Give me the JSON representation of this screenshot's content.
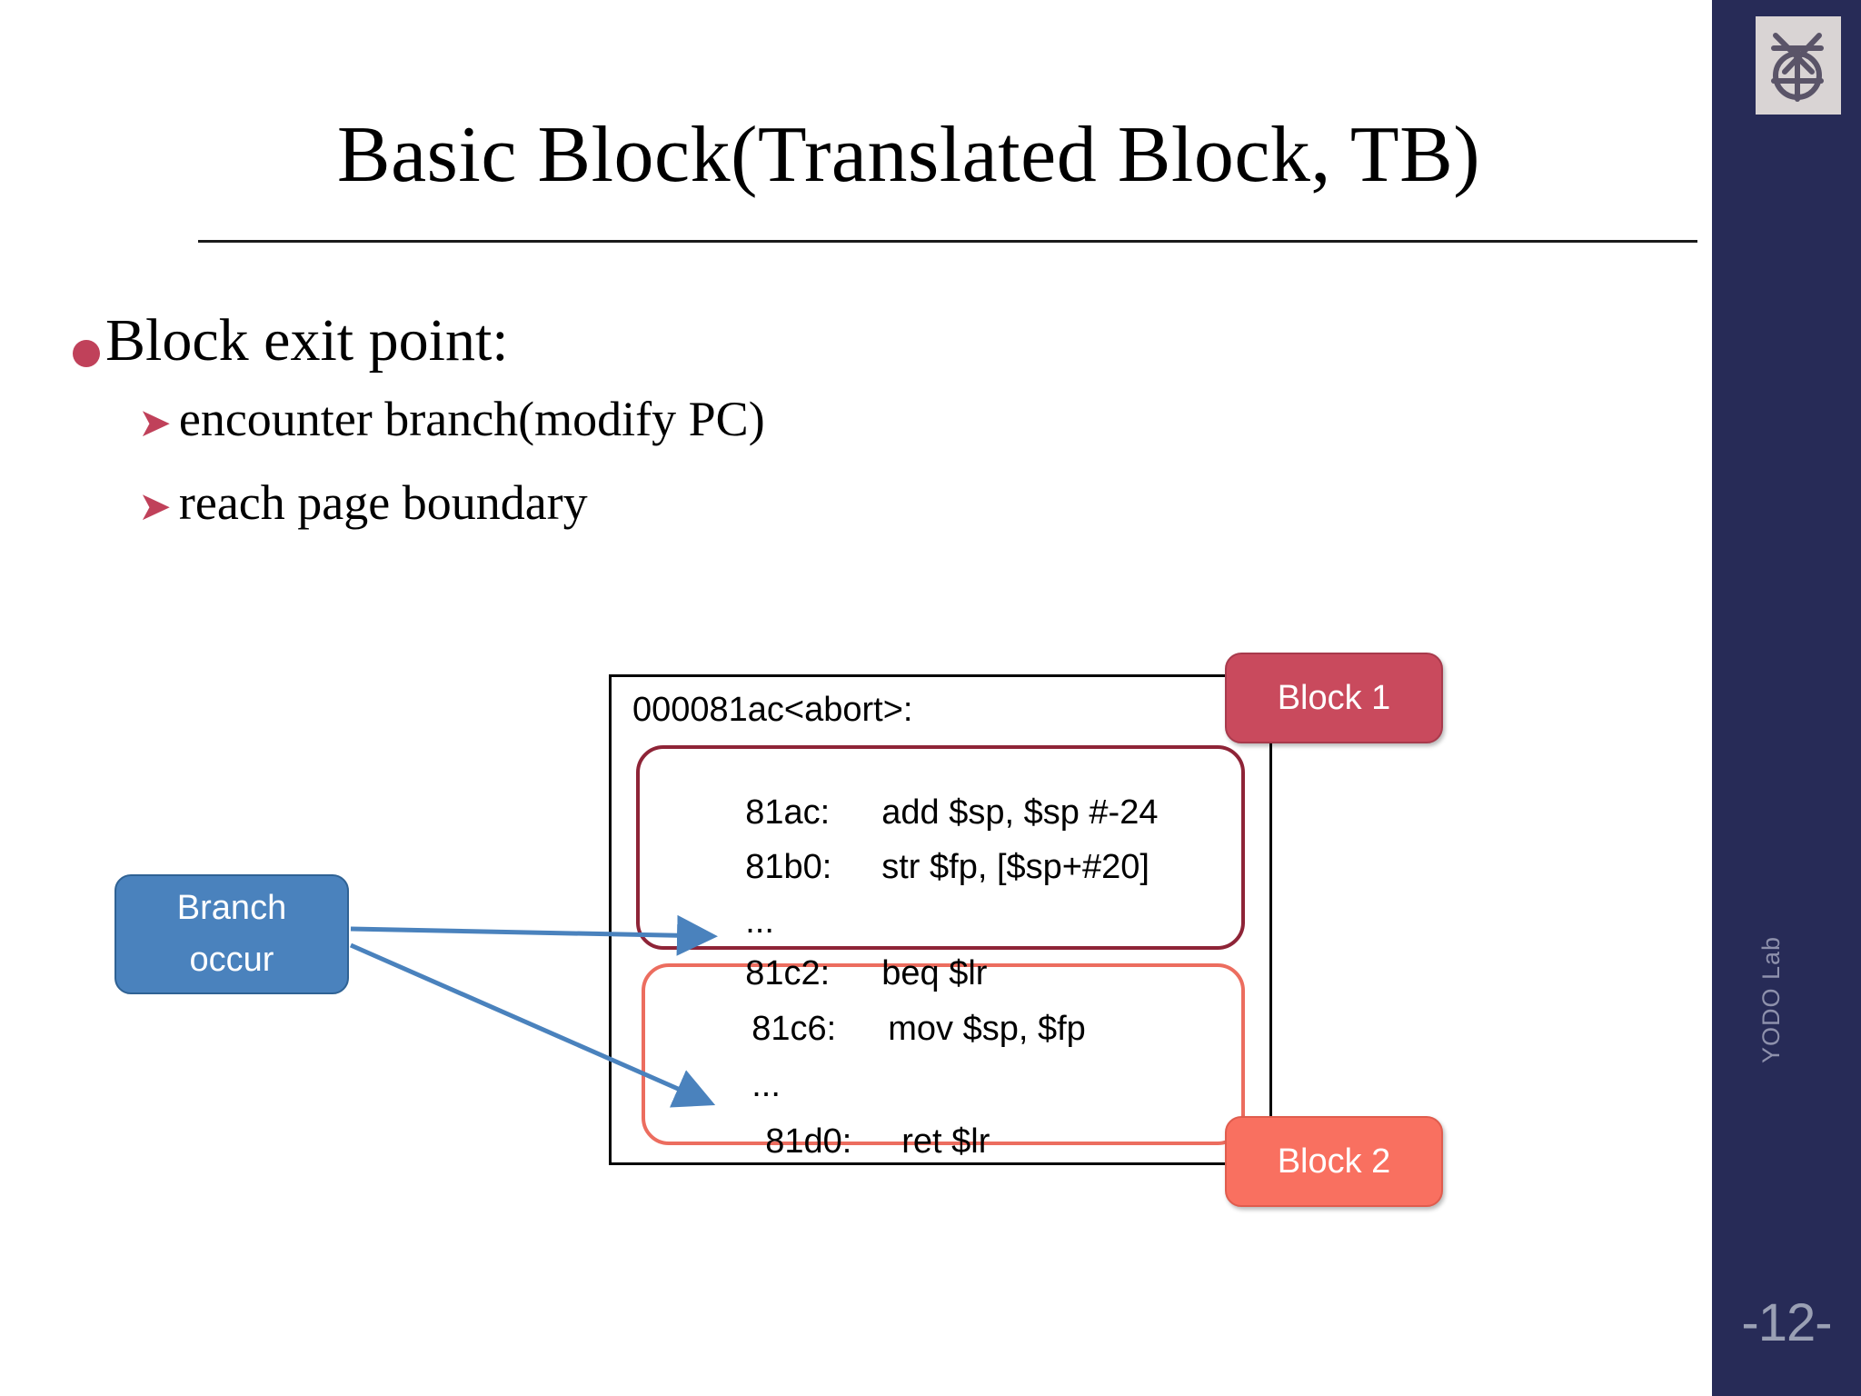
{
  "slide": {
    "title": "Basic Block(Translated Block, TB)",
    "page_number": "-12-",
    "lab_name": "YODO Lab",
    "colors": {
      "sidebar": "#272B57",
      "bullet_accent": "#C0415A",
      "block1": "#C94A5D",
      "block1_outline": "#8E2437",
      "block2": "#F97060",
      "block2_outline": "#EC6D5F",
      "branch_box": "#4A82BD",
      "arrow": "#4A82BD"
    }
  },
  "content": {
    "main_bullet": "Block exit point:",
    "sub_bullets": [
      {
        "marker": "arrow-bullet-icon",
        "text": "encounter branch(modify PC)"
      },
      {
        "marker": "arrow-bullet-icon",
        "text": "reach page boundary"
      }
    ]
  },
  "diagram": {
    "function_label": "000081ac<abort>:",
    "code_lines": [
      {
        "addr": "81ac:",
        "instr": "add $sp, $sp #-24"
      },
      {
        "addr": "81b0:",
        "instr": "str $fp, [$sp+#20]"
      },
      {
        "addr": "...",
        "instr": ""
      },
      {
        "addr": "81c2:",
        "instr": "beq $lr"
      },
      {
        "addr": "81c6:",
        "instr": "mov $sp, $fp"
      },
      {
        "addr": "...",
        "instr": ""
      },
      {
        "addr": "81d0:",
        "instr": "ret $lr"
      }
    ],
    "badges": [
      {
        "label": "Block 1"
      },
      {
        "label": "Block 2"
      }
    ],
    "branch_box": {
      "line1": "Branch",
      "line2": "occur"
    }
  }
}
